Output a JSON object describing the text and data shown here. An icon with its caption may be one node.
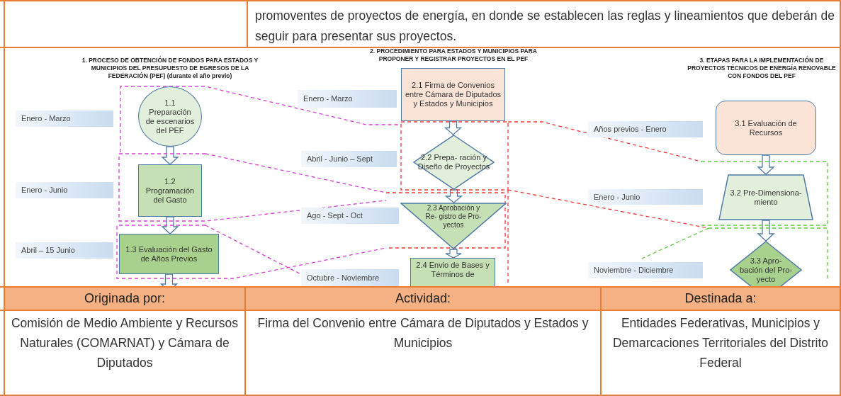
{
  "diagram": {
    "nodes": [
      {
        "text": [
          "Enero - Marzo"
        ]
      },
      {
        "text": [
          "1.1 Preparación de escenarios del PEF"
        ]
      },
      {
        "text": [
          "Enero - Junio"
        ]
      },
      {
        "text": [
          "1.2 Programación del Gasto"
        ]
      },
      {
        "text": [
          "Abril – 15 Junio"
        ]
      },
      {
        "text": [
          "1.3 Evaluación del Gasto de Años Previos"
        ]
      },
      {
        "text": [
          "Enero - Marzo"
        ]
      },
      {
        "text": [
          "2.1 Firma de Convenios entre Cámara de Diputados y Estados y Municipios"
        ]
      },
      {
        "text": [
          "Abril - Junio – Sept"
        ]
      },
      {
        "text": [
          "2.2 Prepa- ración y Diseño de Proyectos"
        ]
      },
      {
        "text": [
          "Ago - Sept - Oct"
        ]
      },
      {
        "text": [
          "2.3 Aprobación y Re- gistro de Pro- yectos"
        ]
      },
      {
        "text": [
          "Octubre - Noviembre"
        ]
      },
      {
        "text": [
          "2.4 Envio de Bases y Términos de"
        ]
      },
      {
        "text": [
          "Años previos - Enero"
        ]
      },
      {
        "text": [
          "3.1 Evaluación de Recursos"
        ]
      },
      {
        "text": [
          "Enero - Junio"
        ]
      },
      {
        "text": [
          "3.2 Pre-Dimensiona- miento"
        ]
      },
      {
        "text": [
          "Noviembre - Diciembre"
        ]
      },
      {
        "text": [
          "3.3 Apro- bación del Pro- yecto"
        ]
      }
    ],
    "edges": [
      {
        "from": 1,
        "to": 3,
        "arrow": "to"
      },
      {
        "from": 3,
        "to": 5,
        "arrow": "to"
      },
      {
        "from": 5,
        "to": null,
        "arrow": "to"
      },
      {
        "from": 7,
        "to": 9,
        "arrow": "to"
      },
      {
        "from": 9,
        "to": 11,
        "arrow": "to"
      },
      {
        "from": 11,
        "to": 13,
        "arrow": "to"
      },
      {
        "from": 15,
        "to": 17,
        "arrow": "to"
      },
      {
        "from": 17,
        "to": 19,
        "arrow": "to"
      }
    ],
    "labels": [
      "promoventes de proyectos de energía, en donde se establecen las reglas y lineamientos que deberán de seguir para presentar sus proyectos.",
      "1. PROCESO DE OBTENCIÓN DE FONDOS PARA ESTADOS Y MUNICIPIOS DEL PRESUPUESTO DE EGRESOS DE LA FEDERACIÓN (PEF) (durante el año previo)",
      "2. PROCEDIMIENTO PARA ESTADOS Y MUNICIPIOS PARA PROPONER Y REGISTRAR PROYECTOS EN EL PEF",
      "3. ETAPAS PARA LA IMPLEMENTACIÓN DE PROYECTOS TÉCNICOS DE ENERGÍA RENOVABLE CON FONDOS DEL PEF",
      "Originada por:",
      "Actividad:",
      "Destinada a:",
      "Comisión de Medio Ambiente y Recursos Naturales (COMARNAT) y Cámara de Diputados",
      "Firma del Convenio entre Cámara de Diputados y Estados y Municipios",
      "Entidades Federativas, Municipios y Demarcaciones Territoriales del Distrito Federal"
    ]
  }
}
